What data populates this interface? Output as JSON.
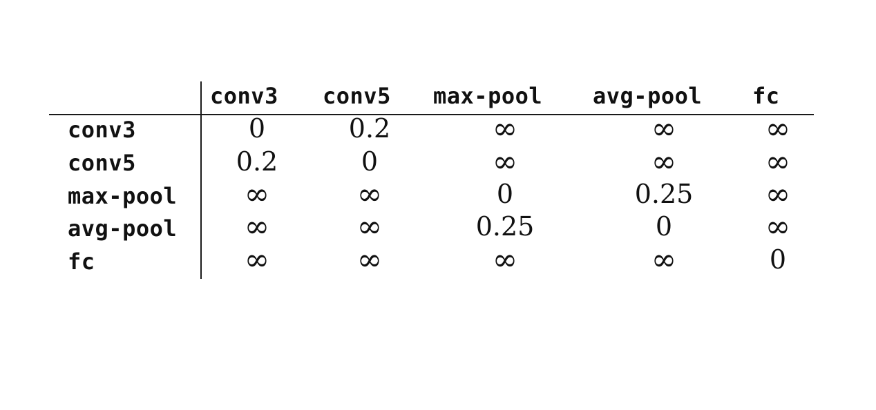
{
  "table": {
    "column_headers": [
      "conv3",
      "conv5",
      "max-pool",
      "avg-pool",
      "fc"
    ],
    "rows": [
      {
        "label": "conv3",
        "values": [
          "0",
          "0.2",
          "∞",
          "∞",
          "∞"
        ]
      },
      {
        "label": "conv5",
        "values": [
          "0.2",
          "0",
          "∞",
          "∞",
          "∞"
        ]
      },
      {
        "label": "max-pool",
        "values": [
          "∞",
          "∞",
          "0",
          "0.25",
          "∞"
        ]
      },
      {
        "label": "avg-pool",
        "values": [
          "∞",
          "∞",
          "0.25",
          "0",
          "∞"
        ]
      },
      {
        "label": "fc",
        "values": [
          "∞",
          "∞",
          "∞",
          "∞",
          "0"
        ]
      }
    ]
  }
}
